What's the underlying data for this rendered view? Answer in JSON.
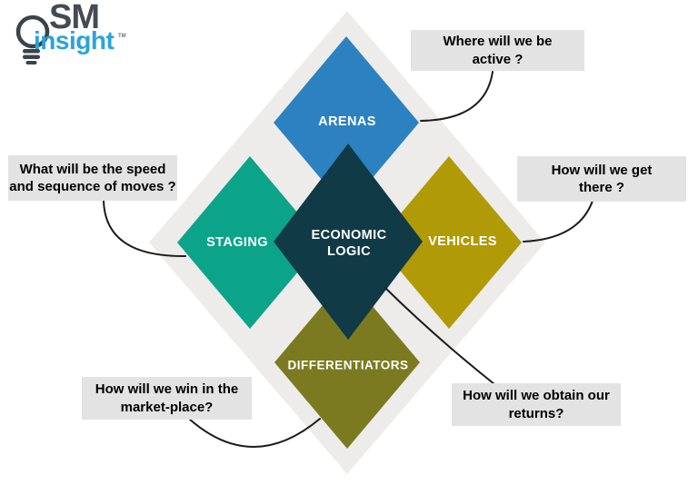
{
  "logo": {
    "sm": "SM",
    "insight": "insight",
    "tm": "TM"
  },
  "colors": {
    "page_background": "#ffffff",
    "diamond_background": "#edecea",
    "arenas": "#2c82c0",
    "staging": "#0ba489",
    "vehicles": "#b09a05",
    "differentiators": "#7b7a21",
    "economic_logic": "#113a47",
    "callout_background": "#e3e3e3",
    "connector": "#1c1c1c",
    "label_text": "#ffffff",
    "logo_gray": "#454b52",
    "logo_blue": "#2aa3da"
  },
  "diamonds": {
    "arenas": {
      "label": "ARENAS"
    },
    "staging": {
      "label": "STAGING"
    },
    "vehicles": {
      "label": "VEHICLES"
    },
    "differentiators": {
      "label": "DIFFERENTIATORS"
    },
    "economic_logic": {
      "label": "ECONOMIC LOGIC"
    }
  },
  "questions": {
    "arenas": "Where will we be\nactive ?",
    "vehicles": "How will we get\nthere ?",
    "staging": "What will be the speed\nand sequence of moves ?",
    "differentiators": "How will we win in the\nmarket-place?",
    "economic_logic": "How will we obtain our\nreturns?"
  }
}
